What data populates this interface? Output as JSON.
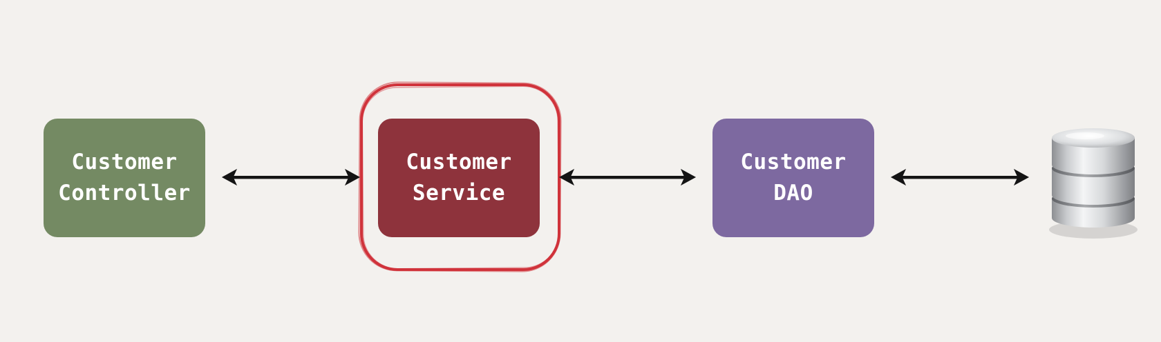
{
  "diagram": {
    "nodes": [
      {
        "id": "controller",
        "line1": "Customer",
        "line2": "Controller",
        "color": "#748a63"
      },
      {
        "id": "service",
        "line1": "Customer",
        "line2": "Service",
        "color": "#8e333c"
      },
      {
        "id": "dao",
        "line1": "Customer",
        "line2": "DAO",
        "color": "#7d69a0"
      }
    ],
    "highlight": {
      "target": "service",
      "color": "#d0333b"
    },
    "arrows": [
      {
        "from": "controller",
        "to": "service",
        "direction": "both"
      },
      {
        "from": "service",
        "to": "dao",
        "direction": "both"
      },
      {
        "from": "dao",
        "to": "database",
        "direction": "both"
      }
    ],
    "database_icon": "database-icon"
  }
}
